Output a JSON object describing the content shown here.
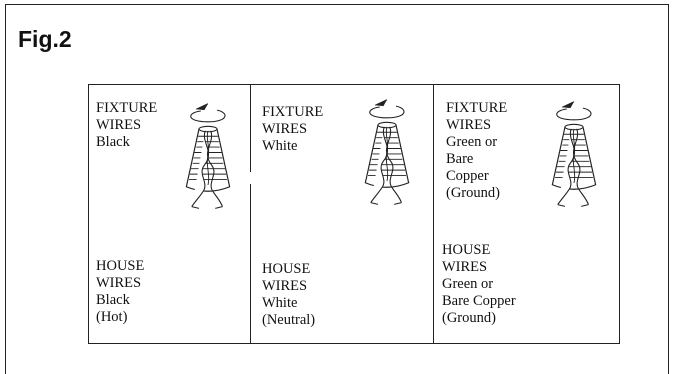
{
  "figure": {
    "title": "Fig.2"
  },
  "columns": [
    {
      "fixture_label": "FIXTURE",
      "fixture_wires": "WIRES",
      "fixture_color": "Black",
      "house_lines": [
        "HOUSE",
        "WIRES",
        "Black",
        "(Hot)"
      ]
    },
    {
      "fixture_label": "FIXTURE",
      "fixture_wires": "WIRES",
      "fixture_color": "White",
      "house_lines": [
        "HOUSE",
        "WIRES",
        "White",
        "(Neutral)"
      ]
    },
    {
      "fixture_label": "FIXTURE",
      "fixture_wires": "WIRES",
      "fixture_color": "Green or\nBare\nCopper\n(Ground)",
      "house_lines": [
        "HOUSE",
        "WIRES",
        "Green or",
        "Bare Copper",
        "(Ground)"
      ]
    }
  ],
  "icons": [
    "wire-connector-icon",
    "twist-arrow-icon"
  ]
}
